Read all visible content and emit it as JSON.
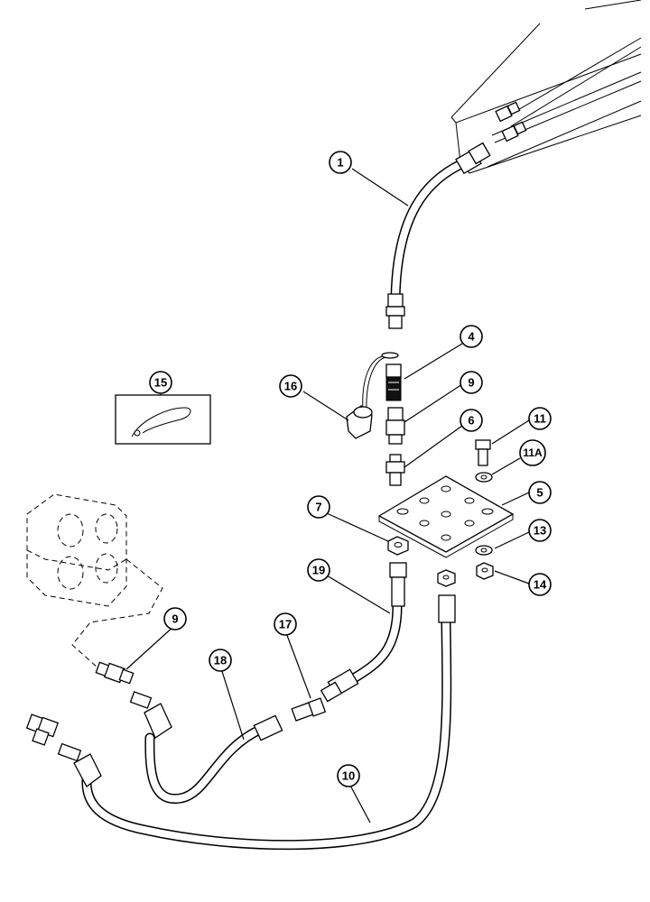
{
  "callouts": [
    {
      "id": "c1",
      "label": "1"
    },
    {
      "id": "c4",
      "label": "4"
    },
    {
      "id": "c9a",
      "label": "9"
    },
    {
      "id": "c16",
      "label": "16"
    },
    {
      "id": "c15",
      "label": "15"
    },
    {
      "id": "c6",
      "label": "6"
    },
    {
      "id": "c11",
      "label": "11"
    },
    {
      "id": "c11a",
      "label": "11A"
    },
    {
      "id": "c5",
      "label": "5"
    },
    {
      "id": "c7",
      "label": "7"
    },
    {
      "id": "c13",
      "label": "13"
    },
    {
      "id": "c14",
      "label": "14"
    },
    {
      "id": "c19",
      "label": "19"
    },
    {
      "id": "c9b",
      "label": "9"
    },
    {
      "id": "c17",
      "label": "17"
    },
    {
      "id": "c18",
      "label": "18"
    },
    {
      "id": "c10",
      "label": "10"
    }
  ]
}
